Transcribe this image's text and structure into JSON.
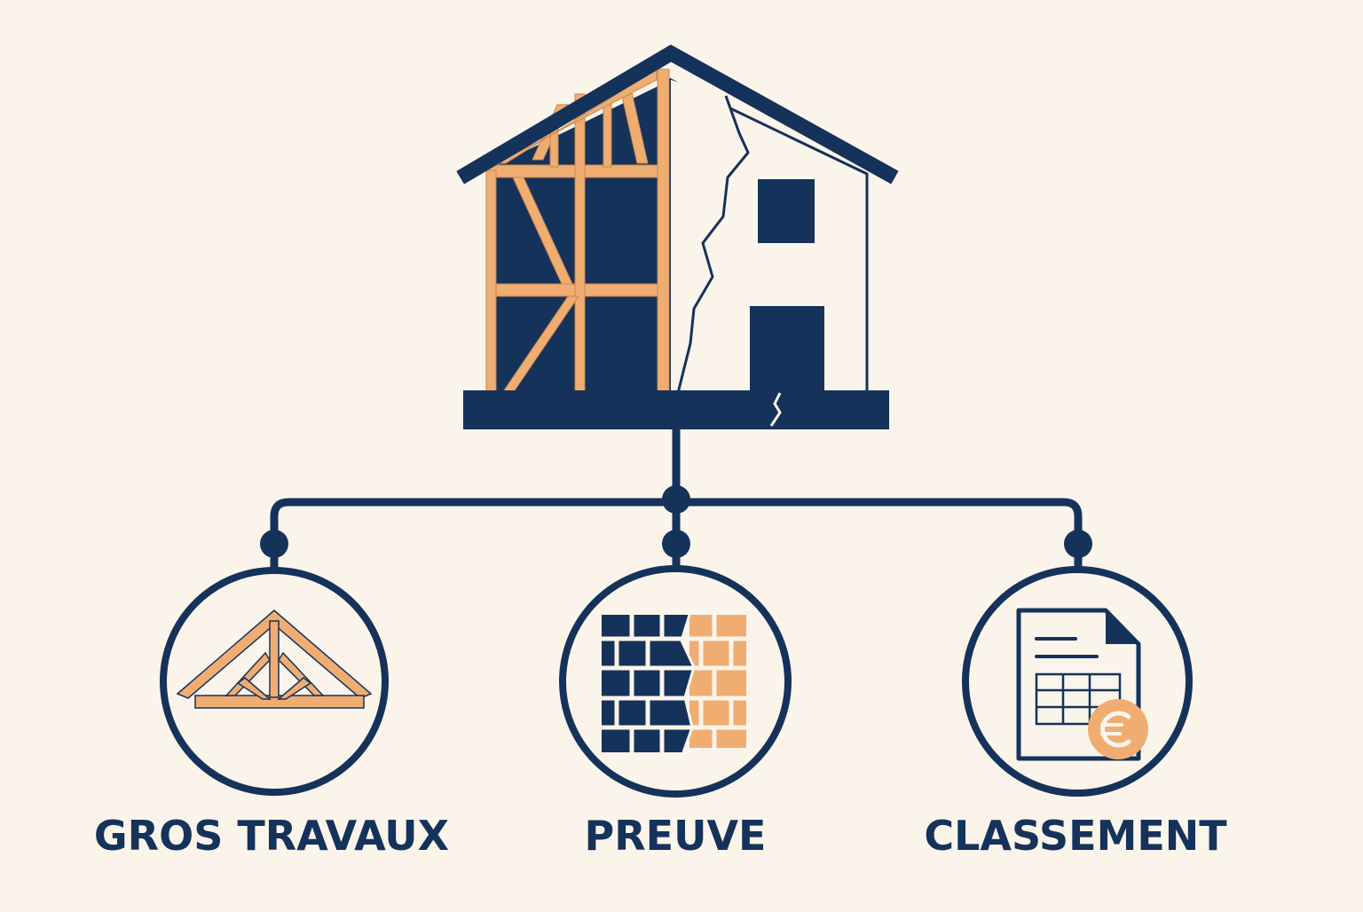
{
  "colors": {
    "background": "#fbf4ea",
    "navy": "#15325b",
    "wood": "#f0ad72",
    "wall": "#fbf4ea"
  },
  "house": {
    "icon": "house-half-framed-cracked-icon"
  },
  "branches": [
    {
      "label": "GROS TRAVAUX",
      "icon": "roof-truss-icon"
    },
    {
      "label": "PREUVE",
      "icon": "cracked-brick-wall-icon"
    },
    {
      "label": "CLASSEMENT",
      "icon": "spreadsheet-document-euro-icon"
    }
  ]
}
